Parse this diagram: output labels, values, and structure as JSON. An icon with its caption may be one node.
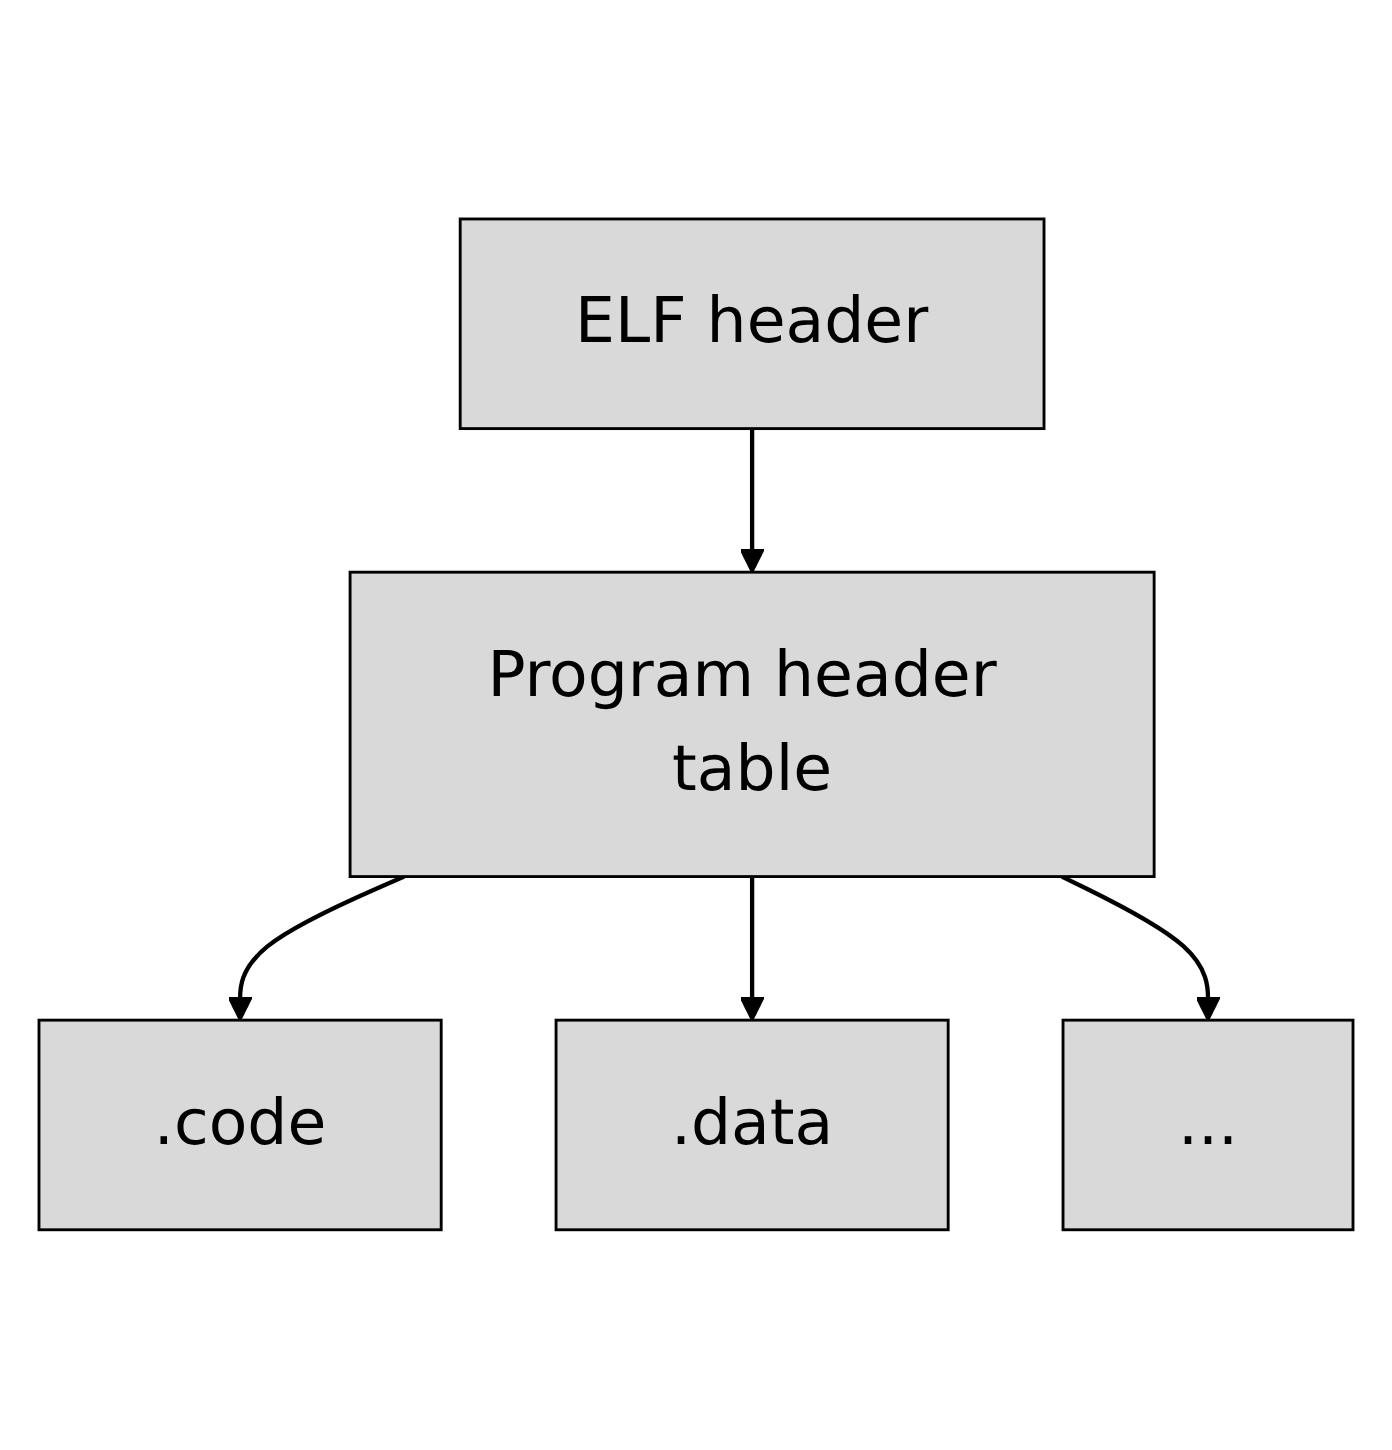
{
  "diagram": {
    "nodes": [
      {
        "text": [
          "ELF header"
        ]
      },
      {
        "text": [
          "Program header table"
        ]
      },
      {
        "text": [
          ".code"
        ]
      },
      {
        "text": [
          ".data"
        ]
      },
      {
        "text": [
          "..."
        ]
      }
    ],
    "edges": [
      {
        "from": 0,
        "to": 1,
        "arrow": "to"
      },
      {
        "from": 1,
        "to": 2,
        "arrow": "to"
      },
      {
        "from": 1,
        "to": 3,
        "arrow": "to"
      },
      {
        "from": 1,
        "to": 4,
        "arrow": "to"
      }
    ]
  }
}
